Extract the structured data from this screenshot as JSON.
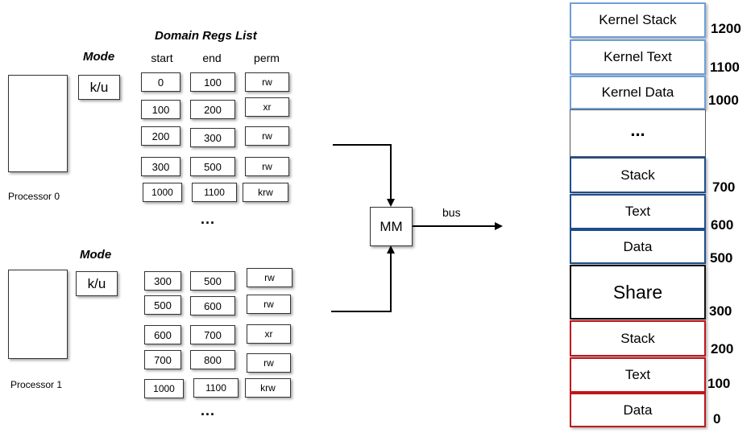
{
  "domain_regs_title": "Domain Regs List",
  "columns": {
    "start": "start",
    "end": "end",
    "perm": "perm"
  },
  "processors": [
    {
      "label": "Processor 0",
      "mode_title": "Mode",
      "mode_value": "k/u",
      "thread_color": "#c0171c",
      "rows": [
        {
          "start": "0",
          "end": "100",
          "perm": "rw"
        },
        {
          "start": "100",
          "end": "200",
          "perm": "xr"
        },
        {
          "start": "200",
          "end": "300",
          "perm": "rw"
        },
        {
          "start": "300",
          "end": "500",
          "perm": "rw"
        },
        {
          "start": "1000",
          "end": "1100",
          "perm": "krw"
        }
      ],
      "more": "..."
    },
    {
      "label": "Processor 1",
      "mode_title": "Mode",
      "mode_value": "k/u",
      "thread_color": "#1f4e8c",
      "rows": [
        {
          "start": "300",
          "end": "500",
          "perm": "rw"
        },
        {
          "start": "500",
          "end": "600",
          "perm": "rw"
        },
        {
          "start": "600",
          "end": "700",
          "perm": "xr"
        },
        {
          "start": "700",
          "end": "800",
          "perm": "rw"
        },
        {
          "start": "1000",
          "end": "1100",
          "perm": "krw"
        }
      ],
      "more": "..."
    }
  ],
  "mm_label": "MM",
  "bus_label": "bus",
  "memory": [
    {
      "label": "Kernel Stack",
      "color": "#6f9fd8"
    },
    {
      "label": "Kernel Text",
      "color": "#6f9fd8"
    },
    {
      "label": "Kernel Data",
      "color": "#6f9fd8"
    },
    {
      "label": "...",
      "color": "#555555"
    },
    {
      "label": "Stack",
      "color": "#1f4e8c"
    },
    {
      "label": "Text",
      "color": "#1f4e8c"
    },
    {
      "label": "Data",
      "color": "#1f4e8c"
    },
    {
      "label": "Share",
      "color": "#111111"
    },
    {
      "label": "Stack",
      "color": "#c0171c"
    },
    {
      "label": "Text",
      "color": "#c0171c"
    },
    {
      "label": "Data",
      "color": "#c0171c"
    }
  ],
  "addresses": [
    "1200",
    "1100",
    "1000",
    "700",
    "600",
    "500",
    "300",
    "200",
    "100",
    "0"
  ]
}
